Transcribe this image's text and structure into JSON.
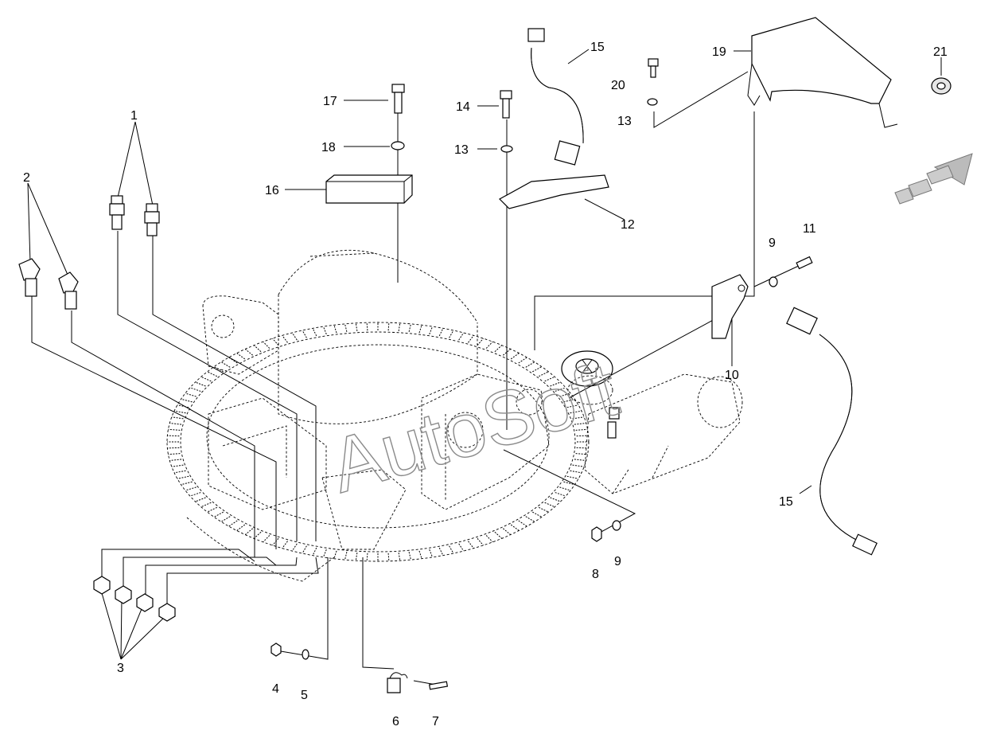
{
  "watermark": "AutoSoft",
  "callouts": {
    "c1": "1",
    "c2": "2",
    "c3": "3",
    "c4": "4",
    "c5": "5",
    "c6": "6",
    "c7": "7",
    "c8": "8",
    "c9a": "9",
    "c9b": "9",
    "c10": "10",
    "c11": "11",
    "c12": "12",
    "c13a": "13",
    "c13b": "13",
    "c14": "14",
    "c15a": "15",
    "c15b": "15",
    "c16": "16",
    "c17": "17",
    "c18": "18",
    "c19": "19",
    "c20": "20",
    "c21": "21"
  },
  "icons": {
    "direction": "direction-arrow-icon"
  }
}
